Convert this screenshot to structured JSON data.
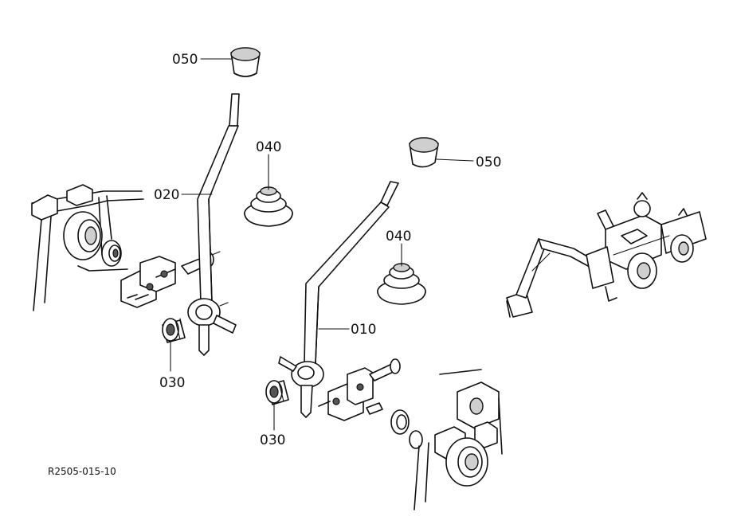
{
  "diagram": {
    "reference_code": "R2505-015-10",
    "callouts": {
      "knob_left": "050",
      "knob_right": "050",
      "boot_top": "040",
      "boot_right": "040",
      "lever_left": "020",
      "lever_right": "010",
      "bearing_left": "030",
      "bearing_right": "030"
    }
  }
}
